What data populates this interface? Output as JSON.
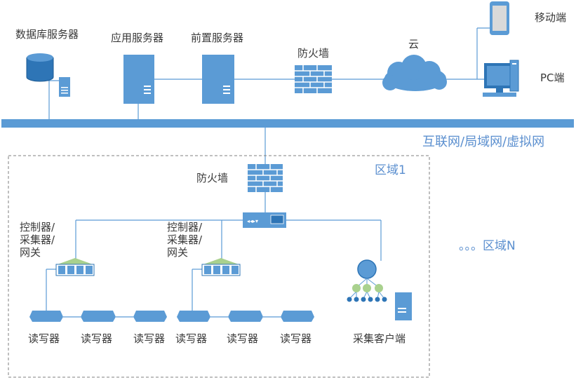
{
  "top": {
    "db_server": "数据库服务器",
    "app_server": "应用服务器",
    "front_server": "前置服务器",
    "firewall": "防火墙",
    "cloud": "云",
    "mobile": "移动端",
    "pc": "PC端"
  },
  "network_label": "互联网/局域网/虚拟网",
  "region": {
    "title": "区域1",
    "firewall": "防火墙",
    "controller_1": "控制器/\n采集器/\n网关",
    "controller_2": "控制器/\n采集器/\n网关",
    "readers": [
      "读写器",
      "读写器",
      "读写器",
      "读写器",
      "读写器",
      "读写器"
    ],
    "client": "采集客户端"
  },
  "region_n": "。。。区域N",
  "colors": {
    "blue": "#5b9bd5",
    "dark_blue": "#2e75b6",
    "green": "#a9d18e",
    "line": "#5b9bd5"
  }
}
